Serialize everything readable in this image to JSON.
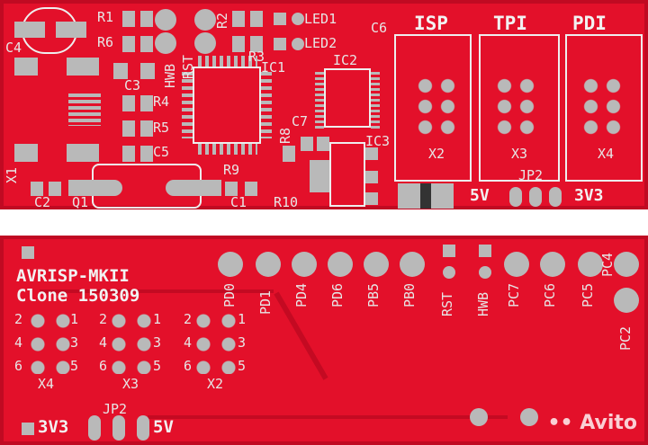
{
  "top_board": {
    "labels": [
      "R1",
      "R6",
      "R2",
      "LED1",
      "LED2",
      "C4",
      "R3",
      "IC1",
      "IC2",
      "C6",
      "ISP",
      "TPI",
      "PDI",
      "HWB",
      "RST",
      "C3",
      "R4",
      "R5",
      "C5",
      "R8",
      "C7",
      "IC3",
      "X2",
      "X3",
      "X4",
      "R9",
      "X1",
      "C2",
      "Q1",
      "C1",
      "R10",
      "JP2",
      "5V",
      "3V3"
    ]
  },
  "bottom_board": {
    "title": "AVRISP-MKII",
    "subtitle": "Clone 150309",
    "header_pins": [
      "2",
      "1",
      "4",
      "3",
      "6",
      "5"
    ],
    "connectors": [
      "X4",
      "X3",
      "X2"
    ],
    "jumper": "JP2",
    "jumper_left": "3V3",
    "jumper_right": "5V",
    "pin_labels": [
      "PD0",
      "PD1",
      "PD4",
      "PD6",
      "PB5",
      "PB0",
      "RST",
      "HWB",
      "PC7",
      "PC6",
      "PC5",
      "PC4",
      "PC2"
    ]
  },
  "watermark": "Avito",
  "colors": {
    "board": "#e3102a",
    "pad": "#b9b9b9",
    "silkscreen": "#e6e6e6"
  }
}
